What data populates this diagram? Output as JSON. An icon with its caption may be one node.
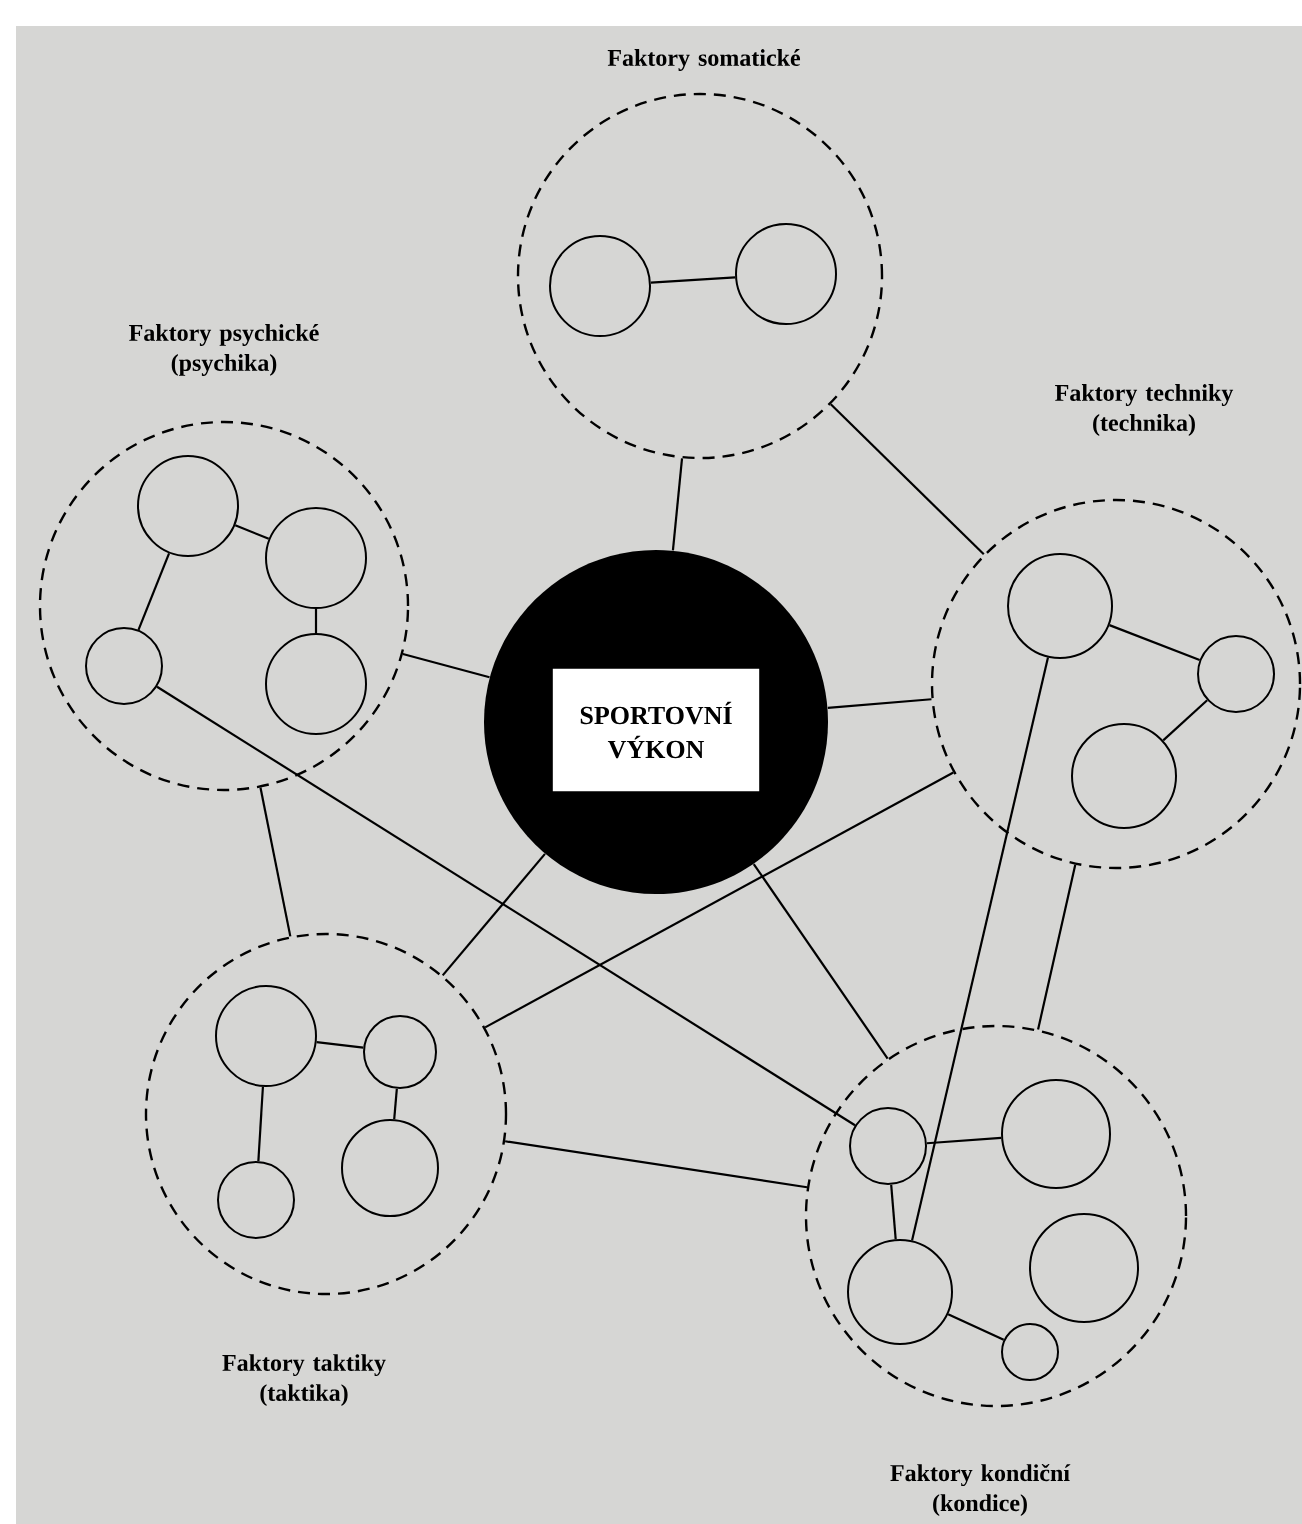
{
  "diagram": {
    "nodes": [
      {
        "text": [
          "SPORTOVNÍ VÝKON"
        ]
      },
      {
        "text": [
          "Faktory somatické"
        ]
      },
      {
        "text": [],
        "shape": "circle",
        "in": 1
      },
      {
        "text": [],
        "shape": "circle",
        "in": 1
      },
      {
        "text": [
          "Faktory psychické (psychika)"
        ]
      },
      {
        "text": [],
        "shape": "circle",
        "in": 4
      },
      {
        "text": [],
        "shape": "circle",
        "in": 4
      },
      {
        "text": [],
        "shape": "circle",
        "in": 4
      },
      {
        "text": [],
        "shape": "circle",
        "in": 4
      },
      {
        "text": [
          "Faktory techniky (technika)"
        ]
      },
      {
        "text": [],
        "shape": "circle",
        "in": 9
      },
      {
        "text": [],
        "shape": "circle",
        "in": 9
      },
      {
        "text": [],
        "shape": "circle",
        "in": 9
      },
      {
        "text": [
          "Faktory taktiky (taktika)"
        ]
      },
      {
        "text": [],
        "shape": "circle",
        "in": 13
      },
      {
        "text": [],
        "shape": "circle",
        "in": 13
      },
      {
        "text": [],
        "shape": "circle",
        "in": 13
      },
      {
        "text": [],
        "shape": "circle",
        "in": 13
      },
      {
        "text": [
          "Faktory kondiční (kondice)"
        ]
      },
      {
        "text": [],
        "shape": "circle",
        "in": 18
      },
      {
        "text": [],
        "shape": "circle",
        "in": 18
      },
      {
        "text": [],
        "shape": "circle",
        "in": 18
      },
      {
        "text": [],
        "shape": "circle",
        "in": 18
      },
      {
        "text": [],
        "shape": "circle",
        "in": 18
      }
    ],
    "edges": [
      {
        "from": 2,
        "to": 3,
        "arrow": "none"
      },
      {
        "from": 5,
        "to": 6,
        "arrow": "none"
      },
      {
        "from": 5,
        "to": 7,
        "arrow": "none"
      },
      {
        "from": 6,
        "to": 8,
        "arrow": "none"
      },
      {
        "from": 10,
        "to": 11,
        "arrow": "none"
      },
      {
        "from": 11,
        "to": 12,
        "arrow": "none"
      },
      {
        "from": 14,
        "to": 15,
        "arrow": "none"
      },
      {
        "from": 14,
        "to": 16,
        "arrow": "none"
      },
      {
        "from": 15,
        "to": 17,
        "arrow": "none"
      },
      {
        "from": 19,
        "to": 20,
        "arrow": "none"
      },
      {
        "from": 19,
        "to": 21,
        "arrow": "none"
      },
      {
        "from": 21,
        "to": 23,
        "arrow": "none"
      },
      {
        "from": 0,
        "to": 1,
        "arrow": "none"
      },
      {
        "from": 1,
        "to": 9,
        "arrow": "none"
      },
      {
        "from": 4,
        "to": 0,
        "arrow": "none"
      },
      {
        "from": 0,
        "to": 9,
        "arrow": "none"
      },
      {
        "from": 4,
        "to": 13,
        "arrow": "none"
      },
      {
        "from": 7,
        "to": 19,
        "arrow": "none"
      },
      {
        "from": 0,
        "to": 13,
        "arrow": "none"
      },
      {
        "from": 0,
        "to": 18,
        "arrow": "none"
      },
      {
        "from": 9,
        "to": 13,
        "arrow": "none"
      },
      {
        "from": 9,
        "to": 18,
        "arrow": "none"
      },
      {
        "from": 13,
        "to": 18,
        "arrow": "none"
      },
      {
        "from": 10,
        "to": 21,
        "arrow": "none"
      }
    ]
  }
}
